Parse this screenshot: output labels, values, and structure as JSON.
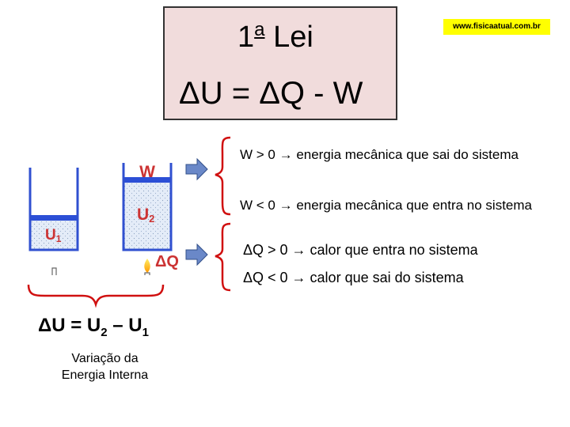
{
  "header": {
    "lei_number": "1",
    "lei_ordinal": "a",
    "lei_word": "Lei",
    "site": "www.fisicaatual.com.br",
    "formula": "ΔU = ΔQ - W"
  },
  "diagram": {
    "label_w": "W",
    "label_u2": "U",
    "label_u2_sub": "2",
    "label_u1": "U",
    "label_u1_sub": "1",
    "label_dq": "ΔQ"
  },
  "rules": {
    "w_positive": "W > 0 → energia mecânica que sai do sistema",
    "w_negative": "W < 0 → energia mecânica que entra no sistema",
    "q_positive": "ΔQ > 0 → calor que entra no sistema",
    "q_negative": "ΔQ < 0 → calor que sai do sistema"
  },
  "internal_energy": {
    "eq_lhs": "ΔU = U",
    "eq_sub1": "2",
    "eq_mid": " – U",
    "eq_sub2": "1",
    "caption_line1": "Variação da",
    "caption_line2": "Energia Interna"
  },
  "colors": {
    "label_red": "#cc3333",
    "cylinder_blue": "#3050d0",
    "arrow_blue": "#6a88c8",
    "brace_red": "#d01010",
    "badge_yellow": "#ffff00",
    "title_bg": "#f1dcdc"
  }
}
